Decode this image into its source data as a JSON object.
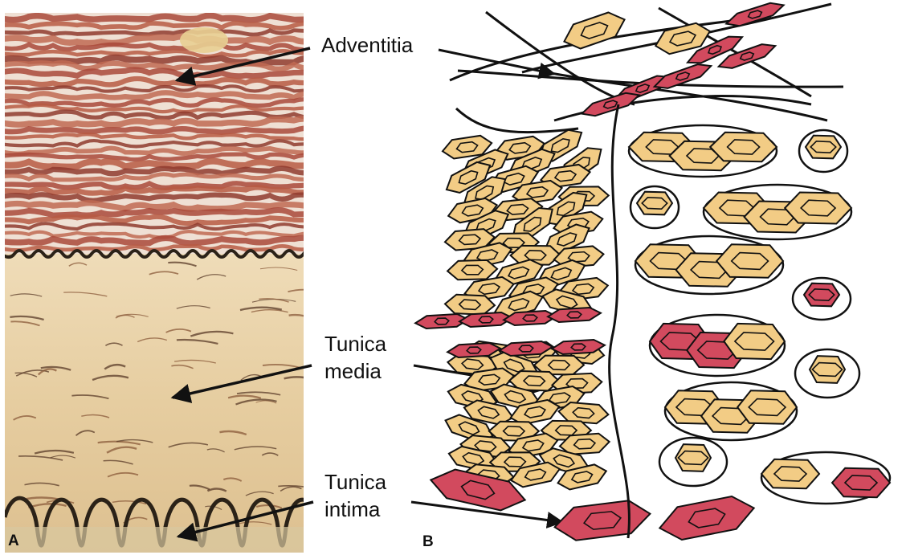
{
  "panels": {
    "a": {
      "letter": "A"
    },
    "b": {
      "letter": "B"
    }
  },
  "labels": {
    "adventitia": "Adventitia",
    "media_line1": "Tunica",
    "media_line2": "media",
    "intima_line1": "Tunica",
    "intima_line2": "intima"
  },
  "colors": {
    "adventitia_stain": "#a9493a",
    "media_stain": "#e9d2aa",
    "elastic_lamina": "#2b2218",
    "smooth_muscle_cell": "#f2cc85",
    "endothelial_cell": "#d24a5e",
    "outline": "#111111"
  }
}
